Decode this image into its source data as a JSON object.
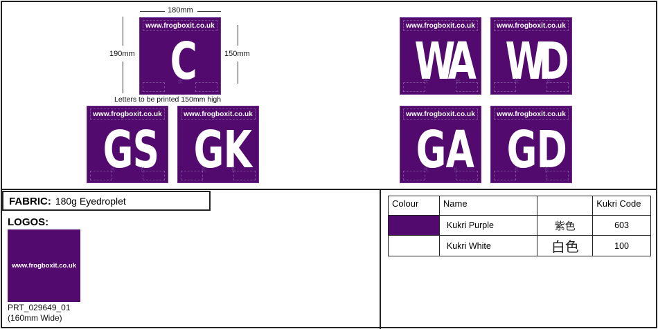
{
  "dimensions": {
    "width_label": "180mm",
    "height_left_label": "190mm",
    "height_right_label": "150mm",
    "note": "Letters to be printed 150mm high"
  },
  "brand_color": "#520a6e",
  "bibs": [
    {
      "id": "C",
      "url": "www.frogboxit.co.uk",
      "letters": [
        "C"
      ],
      "marks": [
        "长"
      ]
    },
    {
      "id": "GS",
      "url": "www.frogboxit.co.uk",
      "letters": [
        "G",
        "S"
      ],
      "marks": [
        "长",
        "长"
      ]
    },
    {
      "id": "GK",
      "url": "www.frogboxit.co.uk",
      "letters": [
        "G",
        "K"
      ],
      "marks": [
        "长",
        "长"
      ]
    },
    {
      "id": "WA",
      "url": "www.frogboxit.co.uk",
      "letters": [
        "W",
        "A"
      ],
      "marks": [
        "长",
        "长"
      ]
    },
    {
      "id": "WD",
      "url": "www.frogboxit.co.uk",
      "letters": [
        "W",
        "D"
      ],
      "marks": [
        "长",
        "长"
      ]
    },
    {
      "id": "GA",
      "url": "www.frogboxit.co.uk",
      "letters": [
        "G",
        "A"
      ],
      "marks": [
        "长",
        "长"
      ]
    },
    {
      "id": "GD",
      "url": "www.frogboxit.co.uk",
      "letters": [
        "G",
        "D"
      ],
      "marks": [
        "长",
        "长"
      ]
    }
  ],
  "fabric": {
    "label": "FABRIC:",
    "value": "180g Eyedroplet"
  },
  "logos": {
    "label": "LOGOS:",
    "swatch_text": "www.frogboxit.co.uk",
    "code": "PRT_029649_01",
    "size_note": "(160mm Wide)"
  },
  "colour_table": {
    "headers": [
      "Colour",
      "Name",
      "",
      "Kukri Code"
    ],
    "rows": [
      {
        "swatch": "#520a6e",
        "name": "Kukri Purple",
        "chinese": "紫色",
        "code": "603"
      },
      {
        "swatch": "#ffffff",
        "name": "Kukri White",
        "chinese": "白色",
        "code": "100"
      }
    ]
  }
}
